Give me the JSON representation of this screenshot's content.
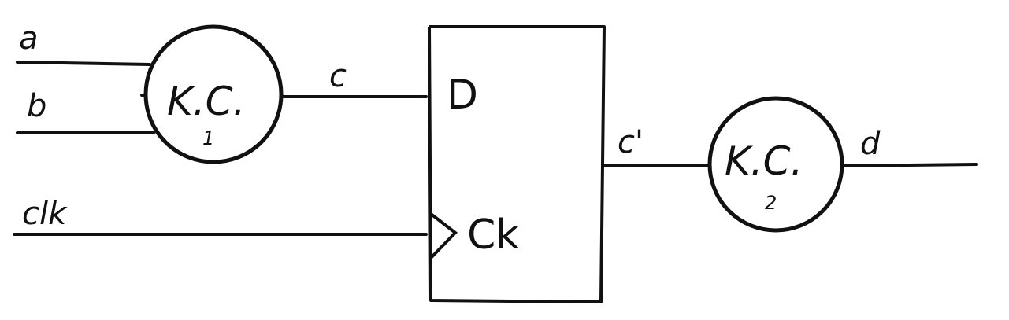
{
  "diagram": {
    "signals": {
      "a": "a",
      "b": "b",
      "c": "c",
      "clk": "clk",
      "c_prime": "c'",
      "d": "d"
    },
    "flipflop": {
      "data_port": "D",
      "clock_port": "Ck"
    },
    "blocks": [
      {
        "label": "K.C.",
        "index": "1"
      },
      {
        "label": "K.C.",
        "index": "2"
      }
    ]
  },
  "colors": {
    "ink": "#111111",
    "background": "#ffffff"
  }
}
